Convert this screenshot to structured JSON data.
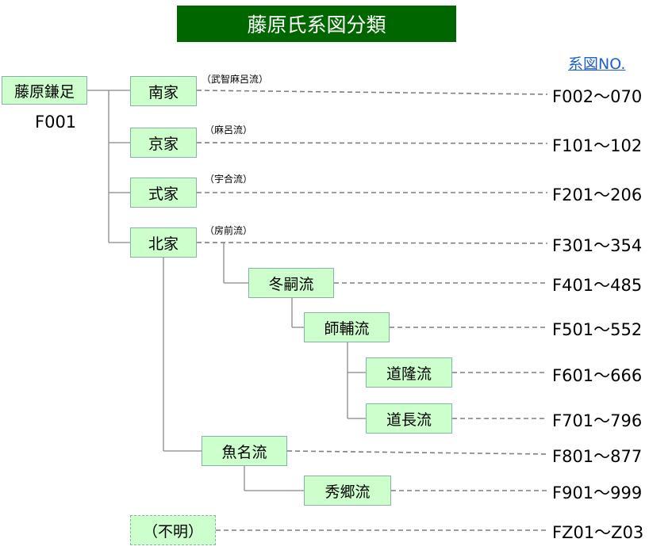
{
  "title": "藤原氏系図分類",
  "legend": {
    "label": "系図NO."
  },
  "root": {
    "label": "藤原鎌足",
    "code": "F001"
  },
  "branches": [
    {
      "label": "南家",
      "note": "（武智麻呂流）",
      "range": "F002～070"
    },
    {
      "label": "京家",
      "note": "（麻呂流）",
      "range": "F101～102"
    },
    {
      "label": "式家",
      "note": "（宇合流）",
      "range": "F201～206"
    },
    {
      "label": "北家",
      "note": "（房前流）",
      "range": "F301～354"
    },
    {
      "label": "冬嗣流",
      "range": "F401～485"
    },
    {
      "label": "師輔流",
      "range": "F501～552"
    },
    {
      "label": "道隆流",
      "range": "F601～666"
    },
    {
      "label": "道長流",
      "range": "F701～796"
    },
    {
      "label": "魚名流",
      "range": "F801～877"
    },
    {
      "label": "秀郷流",
      "range": "F901～999"
    },
    {
      "label": "（不明）",
      "range": "FZ01～Z03"
    }
  ]
}
